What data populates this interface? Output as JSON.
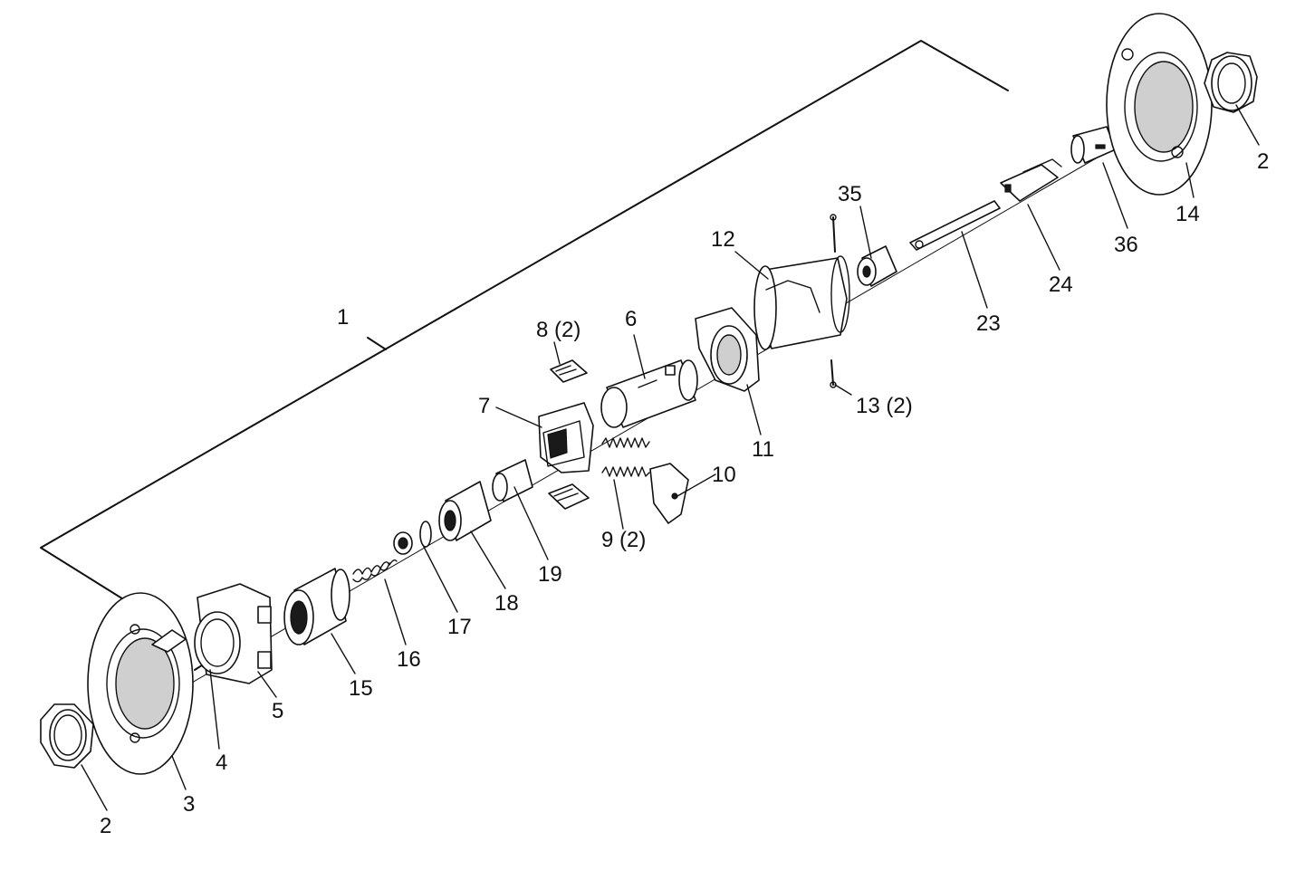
{
  "callouts": {
    "c1": "1",
    "c2a": "2",
    "c2b": "2",
    "c3": "3",
    "c4": "4",
    "c5": "5",
    "c6": "6",
    "c7": "7",
    "c8": "8 (2)",
    "c9": "9 (2)",
    "c10": "10",
    "c11": "11",
    "c12": "12",
    "c13": "13 (2)",
    "c14": "14",
    "c15": "15",
    "c16": "16",
    "c17": "17",
    "c18": "18",
    "c19": "19",
    "c23": "23",
    "c24": "24",
    "c35": "35",
    "c36": "36"
  }
}
